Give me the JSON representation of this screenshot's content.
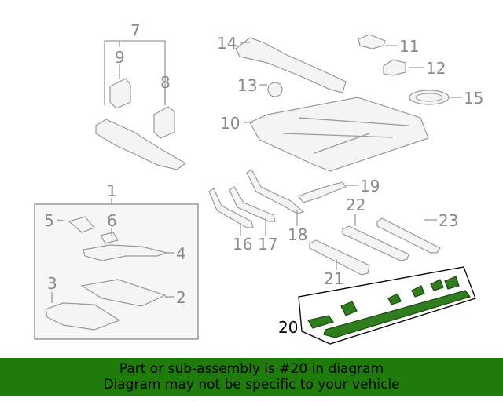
{
  "callouts": {
    "c1": "1",
    "c2": "2",
    "c3": "3",
    "c4": "4",
    "c5": "5",
    "c6": "6",
    "c7": "7",
    "c8": "8",
    "c9": "9",
    "c10": "10",
    "c11": "11",
    "c12": "12",
    "c13": "13",
    "c14": "14",
    "c15": "15",
    "c16": "16",
    "c17": "17",
    "c18": "18",
    "c19": "19",
    "c20": "20",
    "c21": "21",
    "c22": "22",
    "c23": "23"
  },
  "highlighted_part": "20",
  "colors": {
    "highlight": "#2f7d1e",
    "banner": "#1e7d0a",
    "line": "#9a9a9a"
  },
  "banner": {
    "line1": "Part or sub-assembly is #20 in diagram",
    "line2": "Diagram may not be specific to your vehicle"
  }
}
